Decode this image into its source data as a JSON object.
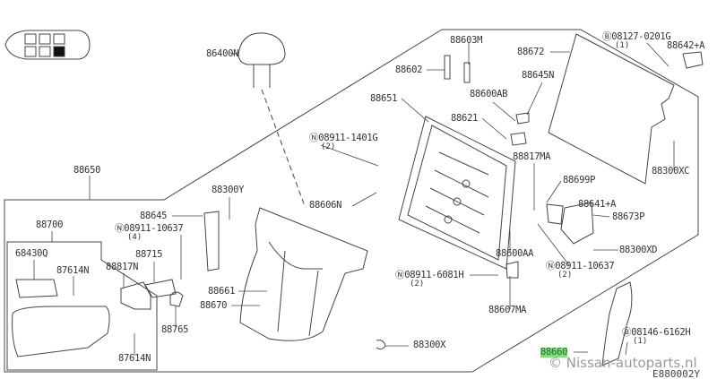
{
  "diagram_code": "E880002Y",
  "watermark": "© Nissan-autoparts.nl",
  "highlight_color": "#7fe07a",
  "parts": [
    {
      "id": "p86400N",
      "label": "86400N"
    },
    {
      "id": "p88603M",
      "label": "88603M"
    },
    {
      "id": "p88602",
      "label": "88602"
    },
    {
      "id": "p88672",
      "label": "88672"
    },
    {
      "id": "p08127",
      "label": "Ⓑ08127-0201G",
      "qty": "(1)"
    },
    {
      "id": "p88642A",
      "label": "88642+A"
    },
    {
      "id": "p88645N",
      "label": "88645N"
    },
    {
      "id": "p88600AB",
      "label": "88600AB"
    },
    {
      "id": "p88651",
      "label": "88651"
    },
    {
      "id": "p88621",
      "label": "88621"
    },
    {
      "id": "p08911_1401G",
      "label": "Ⓝ08911-1401G",
      "qty": "(2)"
    },
    {
      "id": "p88817MA",
      "label": "88817MA"
    },
    {
      "id": "p88699P",
      "label": "88699P"
    },
    {
      "id": "p88300XC",
      "label": "88300XC"
    },
    {
      "id": "p88650",
      "label": "88650"
    },
    {
      "id": "p88300Y",
      "label": "88300Y"
    },
    {
      "id": "p88606N",
      "label": "88606N"
    },
    {
      "id": "p88645",
      "label": "88645"
    },
    {
      "id": "p08911_10637a",
      "label": "Ⓝ08911-10637",
      "qty": "(4)"
    },
    {
      "id": "p88700",
      "label": "88700"
    },
    {
      "id": "p88641A",
      "label": "88641+A"
    },
    {
      "id": "p88673P",
      "label": "88673P"
    },
    {
      "id": "p68430Q",
      "label": "68430Q"
    },
    {
      "id": "p88715",
      "label": "88715"
    },
    {
      "id": "p87614Na",
      "label": "87614N"
    },
    {
      "id": "p88817N",
      "label": "88817N"
    },
    {
      "id": "p88600AA",
      "label": "88600AA"
    },
    {
      "id": "p88300XD",
      "label": "88300XD"
    },
    {
      "id": "p08911_6081H",
      "label": "Ⓝ08911-6081H",
      "qty": "(2)"
    },
    {
      "id": "p08911_10637b",
      "label": "Ⓝ08911-10637",
      "qty": "(2)"
    },
    {
      "id": "p88661",
      "label": "88661"
    },
    {
      "id": "p88670",
      "label": "88670"
    },
    {
      "id": "p88765",
      "label": "88765"
    },
    {
      "id": "p88607MA",
      "label": "88607MA"
    },
    {
      "id": "p87614Nb",
      "label": "87614N"
    },
    {
      "id": "p88300X",
      "label": "88300X"
    },
    {
      "id": "p08146",
      "label": "Ⓑ08146-6162H",
      "qty": "(1)"
    },
    {
      "id": "p88660",
      "label": "88660",
      "highlighted": true
    }
  ]
}
